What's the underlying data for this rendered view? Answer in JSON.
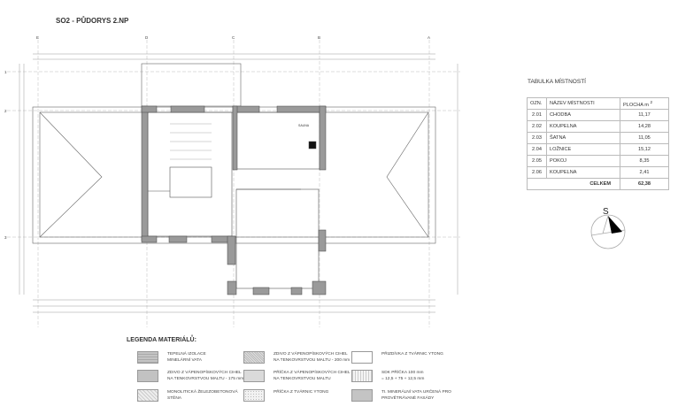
{
  "title": "SO2 - PŮDORYS 2.NP",
  "plan": {
    "grid_columns": [
      "E",
      "D",
      "C",
      "B",
      "A"
    ],
    "grid_rows": [
      "1",
      "2",
      "3"
    ],
    "room_labels": [
      "SAUNA"
    ]
  },
  "room_table": {
    "title": "TABULKA MÍSTNOSTÍ",
    "headers": [
      "OZN.",
      "NÁZEV MÍSTNOSTI",
      "PLOCHA m",
      "2"
    ],
    "rows": [
      {
        "id": "2.01",
        "name": "CHODBA",
        "area": "11,17"
      },
      {
        "id": "2.02",
        "name": "KOUPELNA",
        "area": "14,28"
      },
      {
        "id": "2.03",
        "name": "ŠATNA",
        "area": "11,05"
      },
      {
        "id": "2.04",
        "name": "LOŽNICE",
        "area": "15,12"
      },
      {
        "id": "2.05",
        "name": "POKOJ",
        "area": "8,35"
      },
      {
        "id": "2.06",
        "name": "KOUPELNA",
        "area": "2,41"
      }
    ],
    "total_label": "CELKEM",
    "total_value": "62,38"
  },
  "north_arrow": {
    "label": "S"
  },
  "legend": {
    "title": "LEGENDA MATERIÁLŮ:",
    "items": [
      {
        "l1": "TEPELNÁ IZOLACE",
        "l2": "MINELÁRNÍ VATA",
        "swatch": "#b5b5b5"
      },
      {
        "l1": "ZDIVO Z VÁPENOPÍSKOVÝCH CIHEL",
        "l2": "NA TENKOVRSTVOU MALTU - 175 mm",
        "swatch": "#c2c2c2"
      },
      {
        "l1": "MONOLITICKÁ ŽELEZOBETONOVÁ",
        "l2": "STĚNA",
        "swatch": "#dedede"
      },
      {
        "l1": "ZDIVO Z VÁPENOPÍSKOVÝCH CIHEL",
        "l2": "NA TENKOVRSTVOU MALTU - 200 mm",
        "swatch": "#cfcfcf"
      },
      {
        "l1": "PŘÍČKA Z VÁPENOPÍSKOVÝCH CIHEL",
        "l2": "NA TENKOVRSTVOU MALTU",
        "swatch": "#dadada"
      },
      {
        "l1": "PŘÍČKA Z TVÁRNIC YTONG",
        "l2": "",
        "swatch": "#ececec"
      },
      {
        "l1": "PŘIZDÍVKA Z TVÁRNIC YTONG",
        "l2": "",
        "swatch": "#ffffff"
      },
      {
        "l1": "SDK PŘÍČKA 100 mm",
        "l2": "= 12,5 + 75 + 12,5 mm",
        "swatch": "#e8e8e8"
      },
      {
        "l1": "TI. MINERÁLNÍ VATA URČENÁ PRO",
        "l2": "PROVĚTRÁVANÉ FASÁDY",
        "swatch": "#c4c4c4"
      }
    ]
  }
}
